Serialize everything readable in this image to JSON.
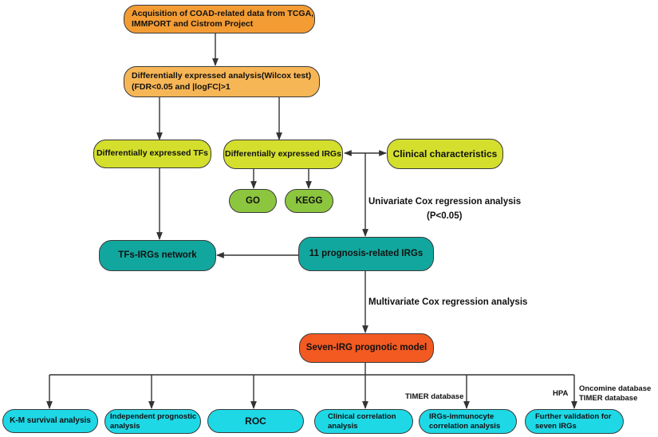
{
  "colors": {
    "orange": "#f39c34",
    "light_orange": "#f7b656",
    "yellow_green": "#d4df2d",
    "green": "#8cc63f",
    "teal": "#12a79e",
    "red_orange": "#f25a22",
    "cyan": "#1ed8e6",
    "line": "#333333"
  },
  "nodes": {
    "acquisition": "Acquisition of COAD-related data from TCGA,\nIMMPORT and Cistrom Project",
    "diff_analysis": "Differentially expressed analysis(Wilcox test)\n(FDR<0.05 and |logFC|>1",
    "diff_tfs": "Differentially expressed TFs",
    "diff_irgs": "Differentially expressed IRGs",
    "clinical_characteristics": "Clinical characteristics",
    "go": "GO",
    "kegg": "KEGG",
    "tfs_irgs_network": "TFs-IRGs network",
    "prognosis_irgs": "11 prognosis-related IRGs",
    "seven_irg_model": "Seven-IRG prognotic model",
    "km_survival": "K-M survival analysis",
    "independent_prognostic": "Independent prognostic\nanalysis",
    "roc": "ROC",
    "clinical_correlation": "Clinical correlation\nanalysis",
    "irgs_immunocyte": "IRGs-immunocyte\ncorrelation analysis",
    "further_validation": "Further validation for\nseven IRGs"
  },
  "labels": {
    "univariate": "Univariate Cox regression analysis",
    "univariate_p": "(P<0.05)",
    "multivariate": "Multivariate Cox regression analysis",
    "timer": "TIMER database",
    "hpa": "HPA",
    "oncomine": "Oncomine database",
    "timer2": "TIMER database"
  }
}
